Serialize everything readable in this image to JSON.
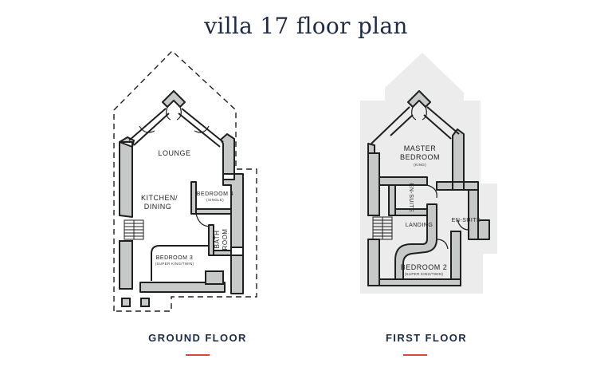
{
  "title": "villa 17 floor plan",
  "ground_floor": {
    "label": "GROUND FLOOR",
    "rooms": {
      "lounge": "LOUNGE",
      "kitchen_line1": "KITCHEN/",
      "kitchen_line2": "DINING",
      "bedroom4": "BEDROOM 4",
      "bedroom4_sub": "(SINGLE)",
      "bath_line1": "BATH",
      "bath_line2": "ROOM",
      "bedroom3": "BEDROOM 3",
      "bedroom3_sub": "(SUPER KING/TWIN)"
    }
  },
  "first_floor": {
    "label": "FIRST FLOOR",
    "rooms": {
      "master_line1": "MASTER",
      "master_line2": "BEDROOM",
      "master_sub": "(KING)",
      "ensuite_left": "EN-SUITE",
      "landing": "LANDING",
      "ensuite_right": "EN-SUITE",
      "bedroom2": "BEDROOM 2",
      "bedroom2_sub": "(SUPER KING/TWIN)"
    }
  },
  "colors": {
    "title": "#1f2b44",
    "wall_fill": "#c7c9c8",
    "underline": "#e0443e",
    "shade": "#ececec"
  }
}
